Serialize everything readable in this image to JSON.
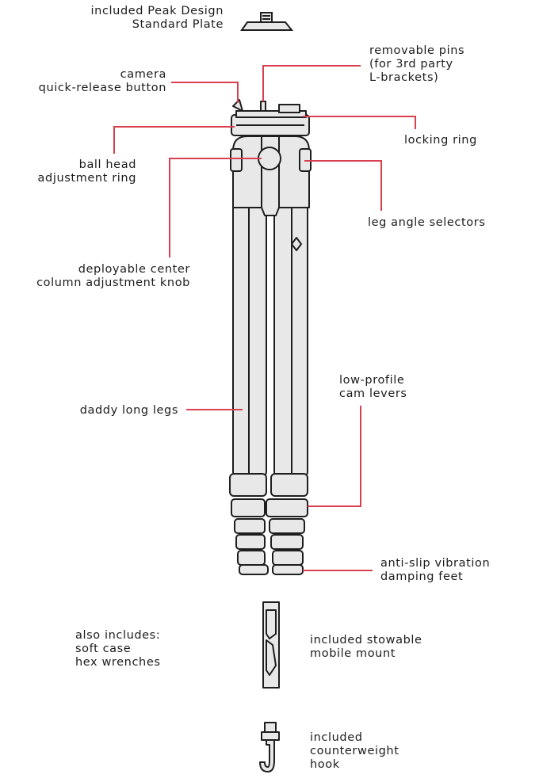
{
  "accent_color": "#d8404f",
  "stroke_color": "#1e1e1e",
  "fill_color": "#e8e8e8",
  "labels": {
    "standard_plate": "included Peak Design\nStandard Plate",
    "removable_pins": "removable pins\n(for 3rd party\nL-brackets)",
    "camera_release": "camera\nquick-release button",
    "locking_ring": "locking ring",
    "ball_head": "ball head\nadjustment ring",
    "leg_angle": "leg angle selectors",
    "center_column": "deployable center\ncolumn adjustment knob",
    "long_legs": "daddy long legs",
    "cam_levers": "low-profile\ncam levers",
    "feet": "anti-slip vibration\ndamping feet",
    "also_includes": "also includes:\nsoft case\nhex wrenches",
    "mobile_mount": "included stowable\nmobile mount",
    "counterweight_hook": "included\ncounterweight\nhook"
  }
}
